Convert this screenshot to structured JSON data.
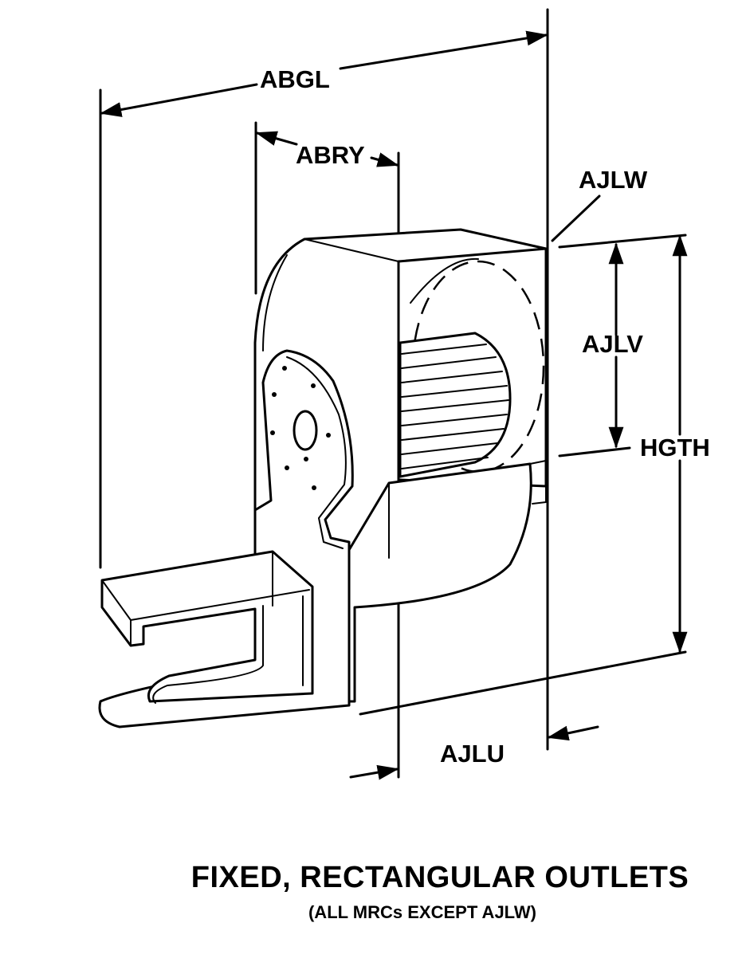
{
  "labels": {
    "abgl": "ABGL",
    "abry": "ABRY",
    "ajlw": "AJLW",
    "ajlv": "AJLV",
    "hgth": "HGTH",
    "ajlu": "AJLU"
  },
  "caption": {
    "title": "FIXED, RECTANGULAR OUTLETS",
    "subtitle": "(ALL MRCs EXCEPT AJLW)"
  }
}
